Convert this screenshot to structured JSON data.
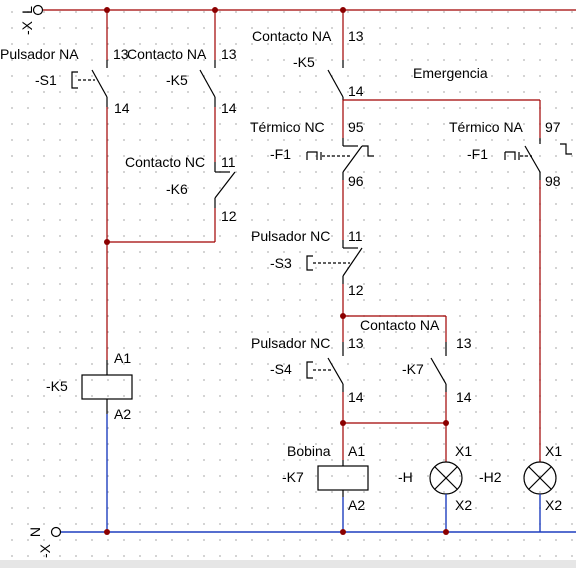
{
  "colors": {
    "phase_line": "#a00000",
    "neutral_line": "#1f3fbf",
    "node": "#8b0000",
    "device": "#000000"
  },
  "rails": {
    "top": {
      "terminal": "L",
      "ref": "-X"
    },
    "bottom": {
      "terminal": "N",
      "ref": "-X"
    }
  },
  "s1": {
    "type": "Pulsador NA",
    "ref": "-S1",
    "pin_top": "13",
    "pin_bottom": "14"
  },
  "k5_contact_left": {
    "type": "Contacto NA",
    "ref": "-K5",
    "pin_top": "13",
    "pin_bottom": "14"
  },
  "k6": {
    "type": "Contacto NC",
    "ref": "-K6",
    "pin_top": "11",
    "pin_bottom": "12"
  },
  "k5_coil": {
    "ref": "-K5",
    "pin_top": "A1",
    "pin_bottom": "A2"
  },
  "k5_contact_right": {
    "type": "Contacto NA",
    "ref": "-K5",
    "pin_top": "13",
    "pin_bottom": "14"
  },
  "emergencia": {
    "label": "Emergencia"
  },
  "f1_nc": {
    "type": "Térmico NC",
    "ref": "-F1",
    "pin_top": "95",
    "pin_bottom": "96"
  },
  "f1_na": {
    "type": "Térmico NA",
    "ref": "-F1",
    "pin_top": "97",
    "pin_bottom": "98"
  },
  "s3": {
    "type": "Pulsador NC",
    "ref": "-S3",
    "pin_top": "11",
    "pin_bottom": "12"
  },
  "s4": {
    "type": "Pulsador NC",
    "ref": "-S4",
    "pin_top": "13",
    "pin_bottom": "14"
  },
  "k7_contact": {
    "type": "Contacto NA",
    "ref": "-K7",
    "pin_top": "13",
    "pin_bottom": "14"
  },
  "k7_coil": {
    "type": "Bobina",
    "ref": "-K7",
    "pin_top": "A1",
    "pin_bottom": "A2"
  },
  "h": {
    "ref": "-H",
    "pin_top": "X1",
    "pin_bottom": "X2"
  },
  "h2": {
    "ref": "-H2",
    "pin_top": "X1",
    "pin_bottom": "X2"
  }
}
